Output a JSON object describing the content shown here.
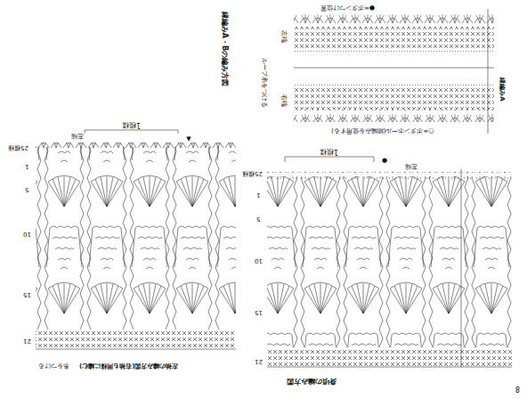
{
  "diagram": {
    "labels": [
      "縁編みA・Bの編み方図",
      "●=ボタンつけ位置",
      "左端",
      "ループ糸をつける",
      "右端",
      "○=ボタンホール(細編みを使用する)",
      "縁編みA",
      "1模様",
      "25模様",
      "左端",
      "●",
      "1",
      "5",
      "10",
      "15",
      "21",
      "身頃の編み方図",
      "1模様",
      "25模様",
      "左端",
      "▼",
      "1",
      "5",
      "10",
      "15",
      "21",
      "左袖の編み方図(右袖も同様に編む)",
      "糸をつける",
      "8"
    ]
  }
}
